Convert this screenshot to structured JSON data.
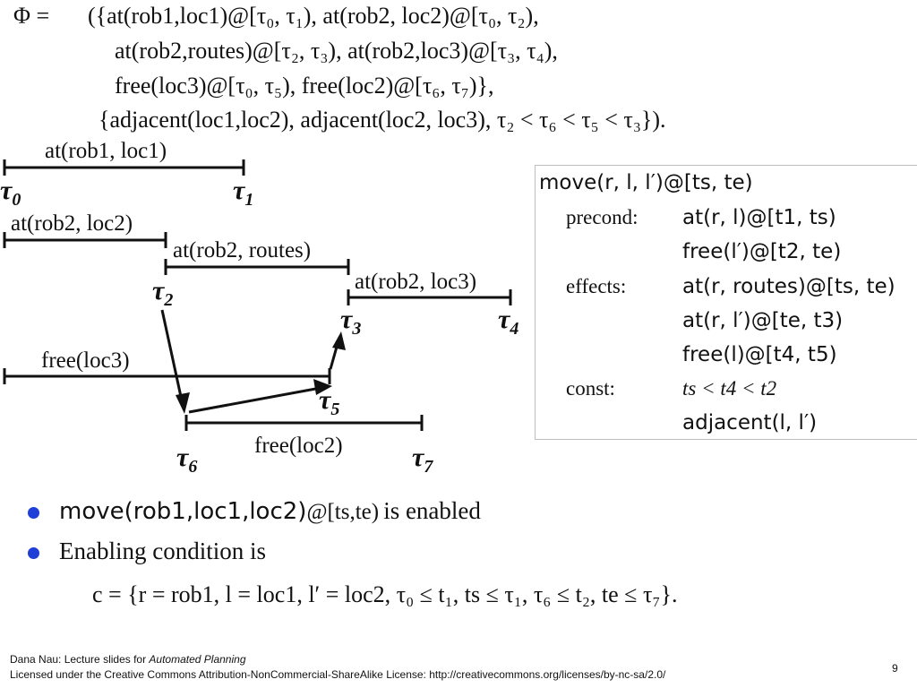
{
  "formula": {
    "lead": "Φ =",
    "line1": "({at(rob1,loc1)@[τ₀, τ₁), at(rob2, loc2)@[τ₀, τ₂),",
    "line2": "at(rob2,routes)@[τ₂, τ₃), at(rob2,loc3)@[τ₃, τ₄),",
    "line3": "free(loc3)@[τ₀, τ₅), free(loc2)@[τ₆, τ₇)},",
    "line4": "{adjacent(loc1,loc2), adjacent(loc2, loc3), τ₂ < τ₆ < τ₅ < τ₃})."
  },
  "timeline": {
    "labels": {
      "at_rob1_loc1": "at(rob1, loc1)",
      "at_rob2_loc2": "at(rob2, loc2)",
      "at_rob2_routes": "at(rob2, routes)",
      "at_rob2_loc3": "at(rob2, loc3)",
      "free_loc3": "free(loc3)",
      "free_loc2": "free(loc2)"
    },
    "tau": {
      "t0": "0",
      "t1": "1",
      "t2": "2",
      "t3": "3",
      "t4": "4",
      "t5": "5",
      "t6": "6",
      "t7": "7"
    },
    "tau_symbol": "τ"
  },
  "action": {
    "head": "move(r, l, l′)@[ts, te)",
    "precond_label": "precond:",
    "precond1": "at(r, l)@[t1, ts)",
    "precond2": "free(l′)@[t2, te)",
    "effects_label": "effects:",
    "effect1": "at(r, routes)@[ts, te)",
    "effect2": "at(r, l′)@[te, t3)",
    "effect3": "free(l)@[t4, t5)",
    "const_label": "const:",
    "const1": "ts < t4 < t2",
    "const2": "adjacent(l, l′)"
  },
  "bullets": {
    "b1_sans": "move(rob1,loc1,loc2)",
    "b1_interval": "@[ts,te)",
    "b1_rest": "is enabled",
    "b2": "Enabling condition is"
  },
  "condition": "c = {r = rob1, l = loc1, l′ = loc2, τ₀ ≤ t₁, ts ≤ τ₁, τ₆ ≤ t₂, te ≤ τ₇}.",
  "footer": {
    "line1_prefix": "Dana Nau: Lecture slides for ",
    "line1_title": "Automated Planning",
    "line2": "Licensed under the Creative Commons Attribution-NonCommercial-ShareAlike License: http://creativecommons.org/licenses/by-nc-sa/2.0/",
    "page": "9"
  },
  "colors": {
    "bullet": "#1f3fd6",
    "box_border": "#bdbdbd"
  }
}
